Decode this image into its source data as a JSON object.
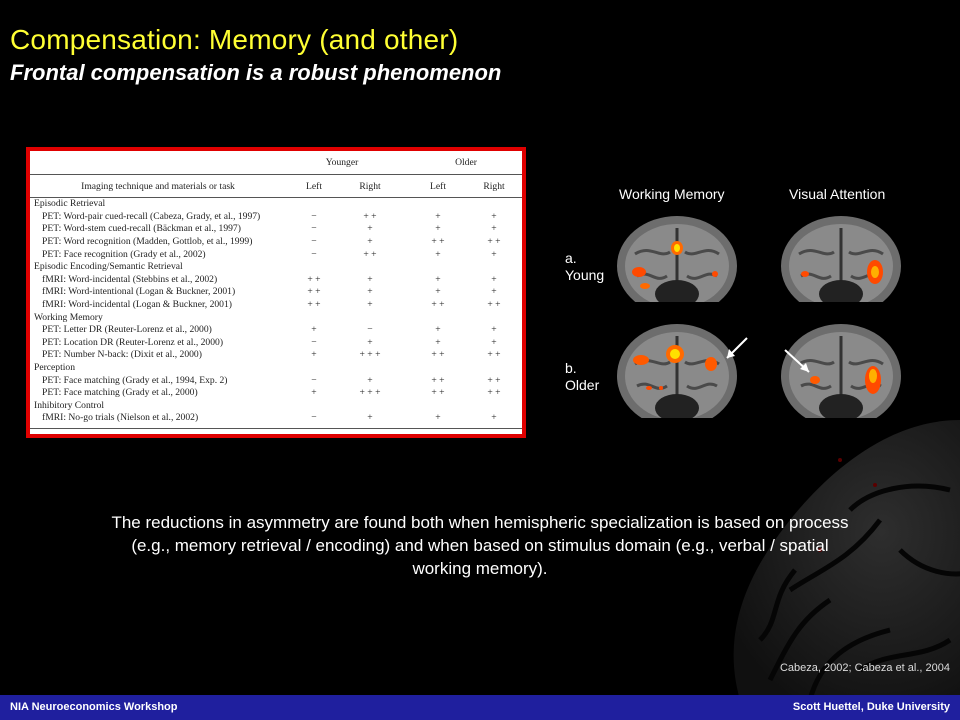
{
  "slide": {
    "title": "Compensation: Memory (and other)",
    "subtitle": "Frontal compensation is a robust phenomenon",
    "body": "The reductions in asymmetry are found both when hemispheric specialization is based on process (e.g., memory retrieval / encoding) and when based on stimulus domain (e.g., verbal / spatial working memory).",
    "citation": "Cabeza, 2002; Cabeza et al., 2004"
  },
  "footer": {
    "left": "NIA Neuroeconomics Workshop",
    "right": "Scott Huettel, Duke University",
    "bg_color": "#1f1f9e"
  },
  "table": {
    "groups": [
      "Younger",
      "Older"
    ],
    "col_task": "Imaging technique and materials or task",
    "cols": [
      "Left",
      "Right",
      "Left",
      "Right"
    ],
    "rows": [
      {
        "type": "section",
        "label": "Episodic Retrieval"
      },
      {
        "type": "row",
        "task": "PET: Word-pair cued-recall (Cabeza, Grady, et al., 1997)",
        "vals": [
          "−",
          "+ +",
          "+",
          "+"
        ]
      },
      {
        "type": "row",
        "task": "PET: Word-stem cued-recall (Bäckman et al., 1997)",
        "vals": [
          "−",
          "+",
          "+",
          "+"
        ]
      },
      {
        "type": "row",
        "task": "PET: Word recognition (Madden, Gottlob, et al., 1999)",
        "vals": [
          "−",
          "+",
          "+ +",
          "+ +"
        ]
      },
      {
        "type": "row",
        "task": "PET: Face recognition (Grady et al., 2002)",
        "vals": [
          "−",
          "+ +",
          "+",
          "+"
        ]
      },
      {
        "type": "section",
        "label": "Episodic Encoding/Semantic Retrieval"
      },
      {
        "type": "row",
        "task": "fMRI: Word-incidental (Stebbins et al., 2002)",
        "vals": [
          "+ +",
          "+",
          "+",
          "+"
        ]
      },
      {
        "type": "row",
        "task": "fMRI: Word-intentional (Logan & Buckner, 2001)",
        "vals": [
          "+ +",
          "+",
          "+",
          "+"
        ]
      },
      {
        "type": "row",
        "task": "fMRI: Word-incidental (Logan & Buckner, 2001)",
        "vals": [
          "+ +",
          "+",
          "+ +",
          "+ +"
        ]
      },
      {
        "type": "section",
        "label": "Working Memory"
      },
      {
        "type": "row",
        "task": "PET: Letter DR (Reuter-Lorenz et al., 2000)",
        "vals": [
          "+",
          "−",
          "+",
          "+"
        ]
      },
      {
        "type": "row",
        "task": "PET: Location DR (Reuter-Lorenz et al., 2000)",
        "vals": [
          "−",
          "+",
          "+",
          "+"
        ]
      },
      {
        "type": "row",
        "task": "PET: Number N-back: (Dixit et al., 2000)",
        "vals": [
          "+",
          "+ + +",
          "+ +",
          "+ +"
        ]
      },
      {
        "type": "section",
        "label": "Perception"
      },
      {
        "type": "row",
        "task": "PET: Face matching (Grady et al., 1994, Exp. 2)",
        "vals": [
          "−",
          "+",
          "+ +",
          "+ +"
        ]
      },
      {
        "type": "row",
        "task": "PET: Face matching (Grady et al., 2000)",
        "vals": [
          "+",
          "+ + +",
          "+ +",
          "+ +"
        ]
      },
      {
        "type": "section",
        "label": "Inhibitory Control"
      },
      {
        "type": "row",
        "task": "fMRI: No-go trials (Nielson et al., 2002)",
        "vals": [
          "−",
          "+",
          "+",
          "+"
        ]
      }
    ]
  },
  "brain_figure": {
    "col_headers": [
      "Working Memory",
      "Visual Attention"
    ],
    "row_a": "a.\nYoung",
    "row_b": "b.\nOlder"
  },
  "colors": {
    "title": "#ffff33",
    "table_border": "#e00000",
    "activation": "#ff6a00"
  }
}
